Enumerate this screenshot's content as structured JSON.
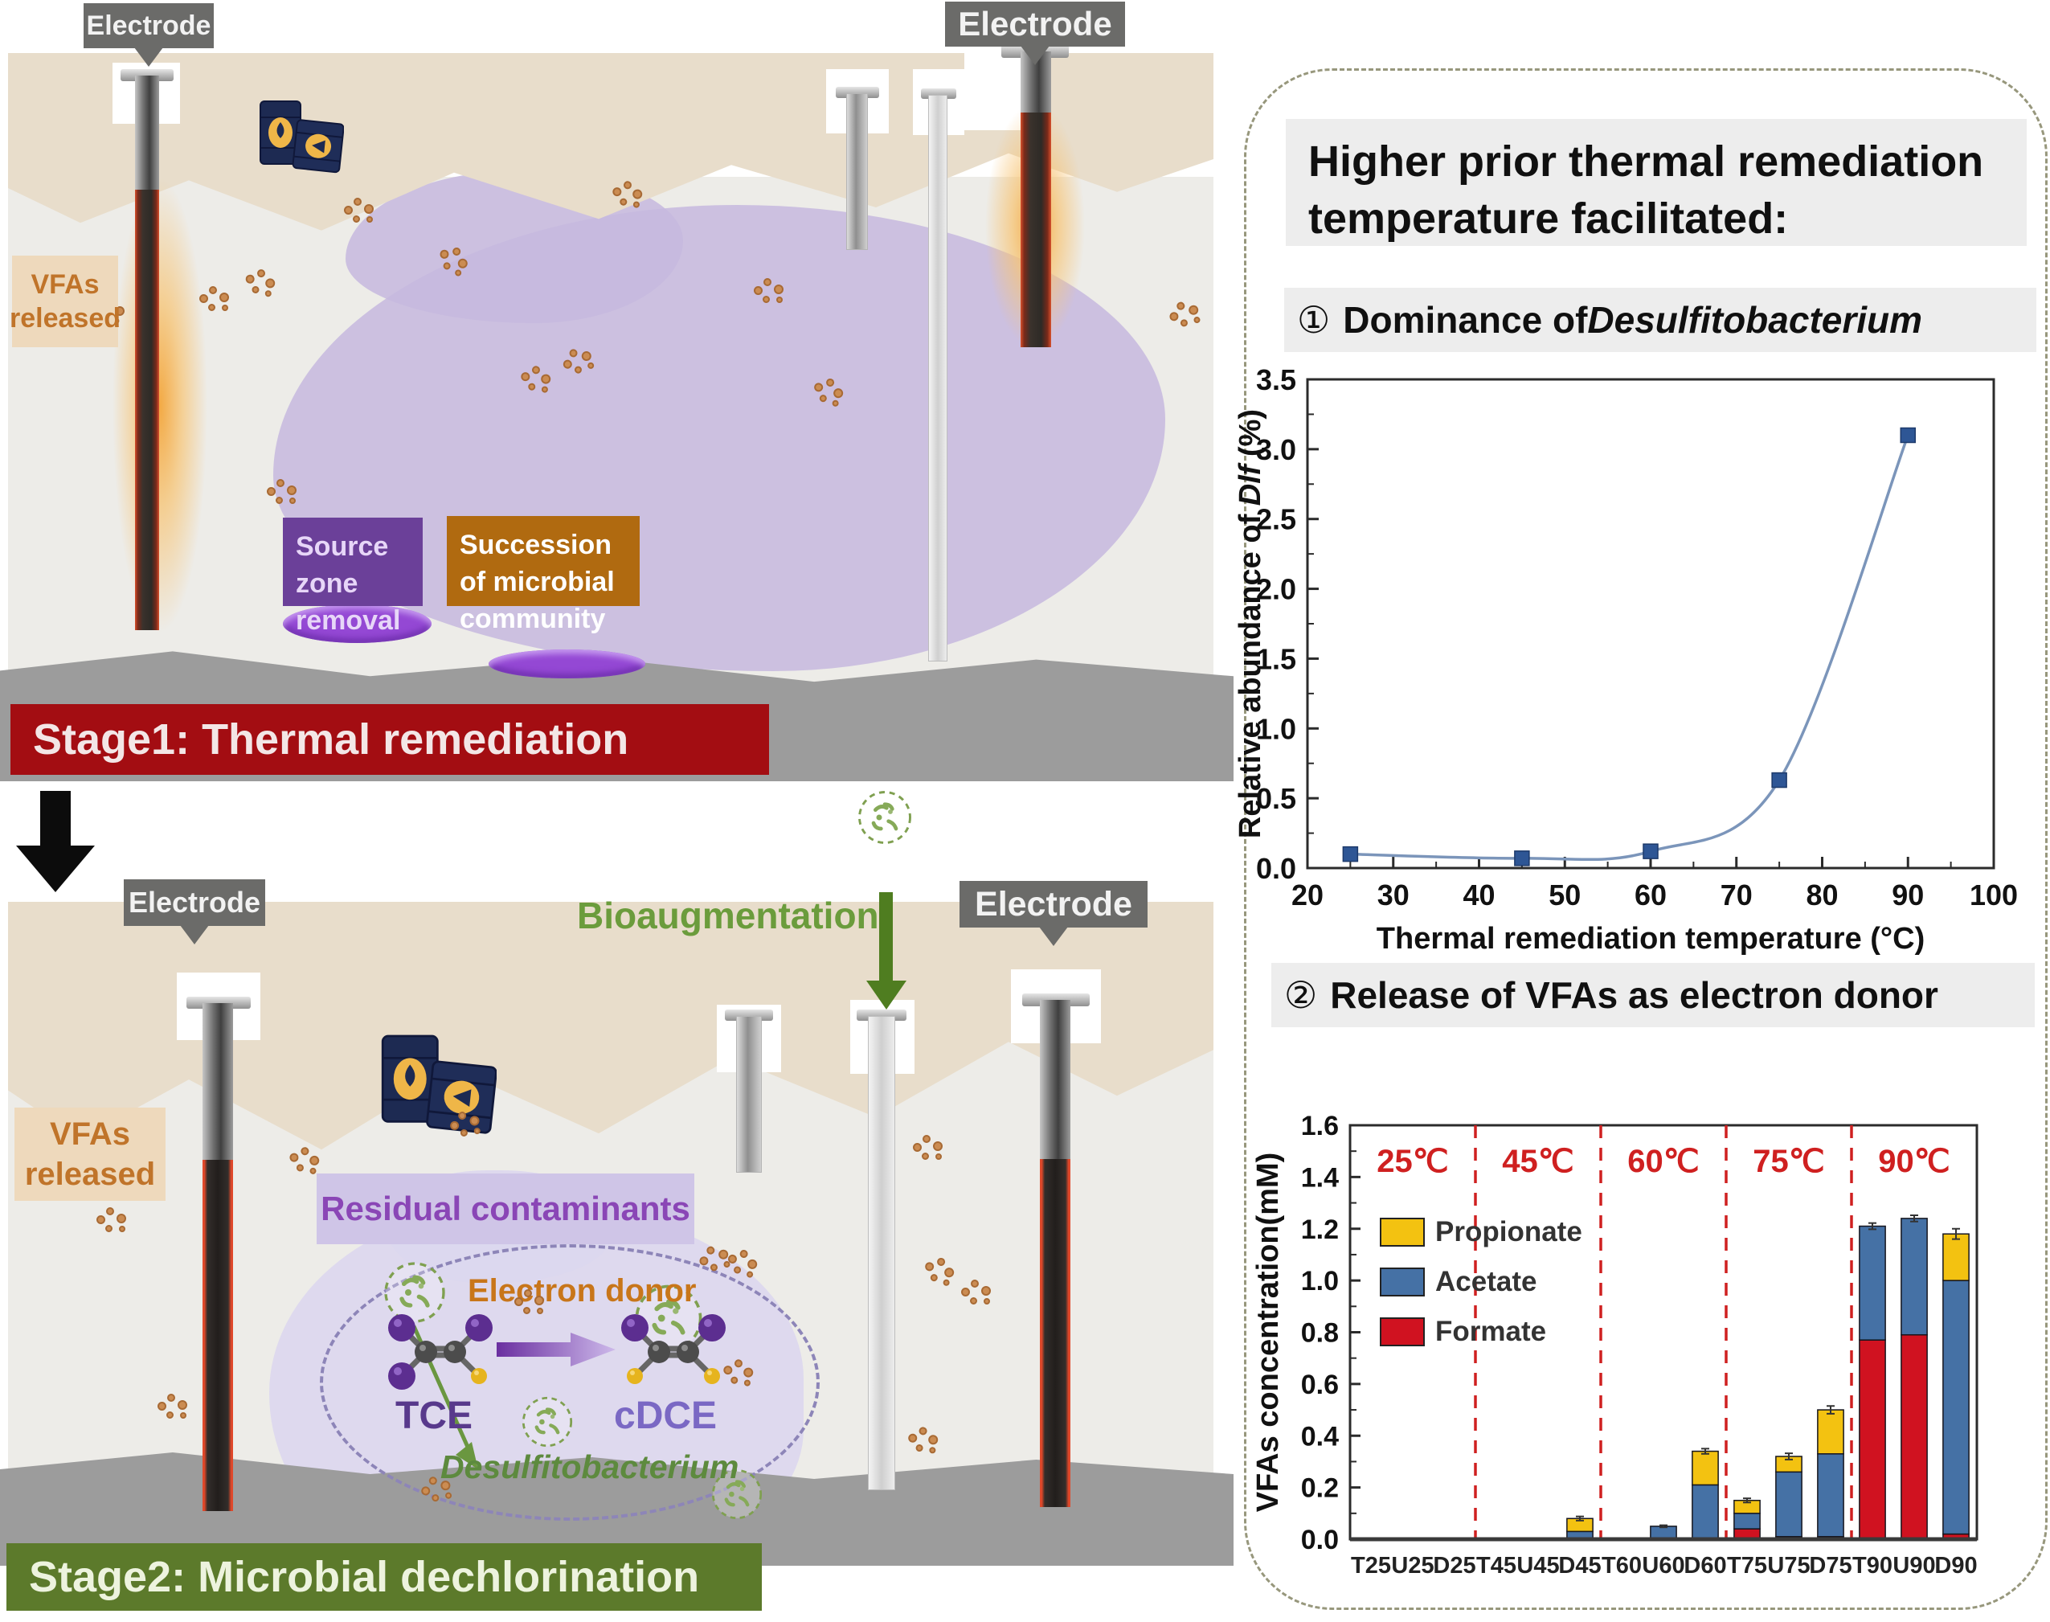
{
  "stage1": {
    "electrode_label_left": "Electrode",
    "electrode_label_right": "Electrode",
    "vfas_box": "VFAs released",
    "source_zone": "Source zone removal",
    "succession": "Succession of microbial community",
    "banner": "Stage1: Thermal remediation"
  },
  "stage2": {
    "electrode_label_left": "Electrode",
    "electrode_label_right": "Electrode",
    "bioaugmentation": "Bioaugmentation",
    "residual": "Residual contaminants",
    "vfas_box": "VFAs released",
    "electron_donor": "Electron donor",
    "tce": "TCE",
    "cdce": "cDCE",
    "bacterium": "Desulfitobacterium",
    "banner": "Stage2: Microbial  dechlorination"
  },
  "panel": {
    "header": "Higher prior thermal remediation temperature facilitated:",
    "item1": {
      "num": "①",
      "text": "Dominance of ",
      "italic": "Desulfitobacterium"
    },
    "item2": {
      "num": "②",
      "text": "Release of VFAs as electron donor"
    }
  },
  "chart_data": [
    {
      "type": "scatter",
      "title": "Dominance of Desulfitobacterium",
      "x": [
        25,
        45,
        60,
        75,
        90
      ],
      "y": [
        0.1,
        0.07,
        0.12,
        0.63,
        3.1
      ],
      "xlim": [
        20,
        100
      ],
      "xticks": [
        20,
        30,
        40,
        50,
        60,
        70,
        80,
        90,
        100
      ],
      "ylim": [
        0,
        3.5
      ],
      "yticks": [
        0,
        0.5,
        1.0,
        1.5,
        2.0,
        2.5,
        3.0,
        3.5
      ],
      "xlabel": "Thermal remediation temperature (°C)",
      "ylabel_prefix": "Relative abundance of ",
      "ylabel_italic": "Dlf",
      "ylabel_suffix": " (%)",
      "marker": "square",
      "marker_color": "#2e5695",
      "line_color": "#7b95ba",
      "grid": false,
      "legend": "none"
    },
    {
      "type": "bar",
      "stacked": true,
      "categories": [
        "T25",
        "U25",
        "D25",
        "T45",
        "U45",
        "D45",
        "T60",
        "U60",
        "D60",
        "T75",
        "U75",
        "D75",
        "T90",
        "U90",
        "D90"
      ],
      "series": [
        {
          "name": "Formate",
          "color": "#d01220",
          "values": [
            0,
            0,
            0,
            0,
            0,
            0,
            0,
            0,
            0,
            0.04,
            0.01,
            0.01,
            0.77,
            0.79,
            0.02
          ]
        },
        {
          "name": "Acetate",
          "color": "#4571a5",
          "values": [
            0,
            0,
            0,
            0,
            0,
            0.03,
            0,
            0.05,
            0.21,
            0.06,
            0.25,
            0.32,
            0.44,
            0.45,
            0.98
          ]
        },
        {
          "name": "Propionate",
          "color": "#f3c211",
          "values": [
            0,
            0,
            0,
            0,
            0,
            0.05,
            0,
            0,
            0.13,
            0.05,
            0.06,
            0.17,
            0,
            0,
            0.18
          ]
        }
      ],
      "errors": [
        0,
        0,
        0,
        0,
        0,
        0.008,
        0,
        0.004,
        0.01,
        0.008,
        0.012,
        0.015,
        0.012,
        0.012,
        0.02
      ],
      "group_labels": [
        "25℃",
        "45℃",
        "60℃",
        "75℃",
        "90℃"
      ],
      "group_size": 3,
      "ylabel": "VFAs concentration(mM)",
      "ylim": [
        0,
        1.6
      ],
      "ytick_step": 0.2,
      "legend_order": [
        "Propionate",
        "Acetate",
        "Formate"
      ],
      "legend_position": "upper-left",
      "separator_color": "#cf2020",
      "group_label_color": "#cf2020",
      "grid": false
    }
  ]
}
